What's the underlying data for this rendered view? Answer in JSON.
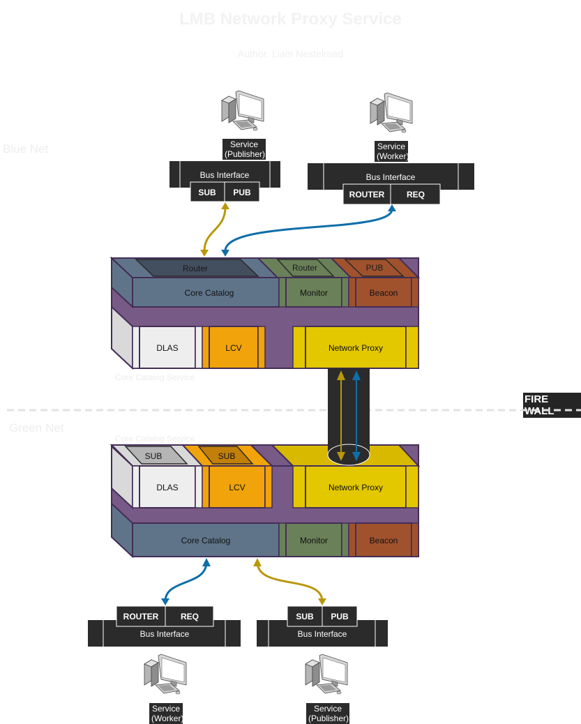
{
  "title": "LMB Network Proxy Service",
  "author": "Author: Liam Nestelroad",
  "networks": {
    "blue": "Blue Net",
    "green": "Green Net"
  },
  "firewall": "FIRE WALL",
  "top_services": {
    "publisher": {
      "name": "Service",
      "role": "(Publisher)"
    },
    "worker": {
      "name": "Service",
      "role": "(Worker)"
    }
  },
  "bottom_services": {
    "worker": {
      "name": "Service",
      "role": "(Worker)"
    },
    "publisher": {
      "name": "Service",
      "role": "(Publisher)"
    }
  },
  "bus": {
    "label": "Bus Interface",
    "sub": "SUB",
    "pub": "PUB",
    "router": "ROUTER",
    "req": "REQ"
  },
  "top_cluster": {
    "caption": "Core Catalog Service",
    "router_a": "Router",
    "router_b": "Router",
    "pub": "PUB",
    "core_catalog": "Core Catalog",
    "monitor": "Monitor",
    "beacon": "Beacon",
    "dlas": "DLAS",
    "lcv": "LCV",
    "network_proxy": "Network Proxy"
  },
  "bottom_cluster": {
    "caption": "Core Catalog Service",
    "sub_a": "SUB",
    "sub_b": "SUB",
    "dlas": "DLAS",
    "lcv": "LCV",
    "network_proxy": "Network Proxy",
    "core_catalog": "Core Catalog",
    "monitor": "Monitor",
    "beacon": "Beacon"
  },
  "colors": {
    "purple": "#775a85",
    "slate": "#5f7489",
    "olive": "#6a8058",
    "rust": "#a0522d",
    "orange": "#f0a30a",
    "yellow": "#e3c800",
    "gold_arrow": "#b8980b",
    "blue_arrow": "#0f6ea8"
  }
}
